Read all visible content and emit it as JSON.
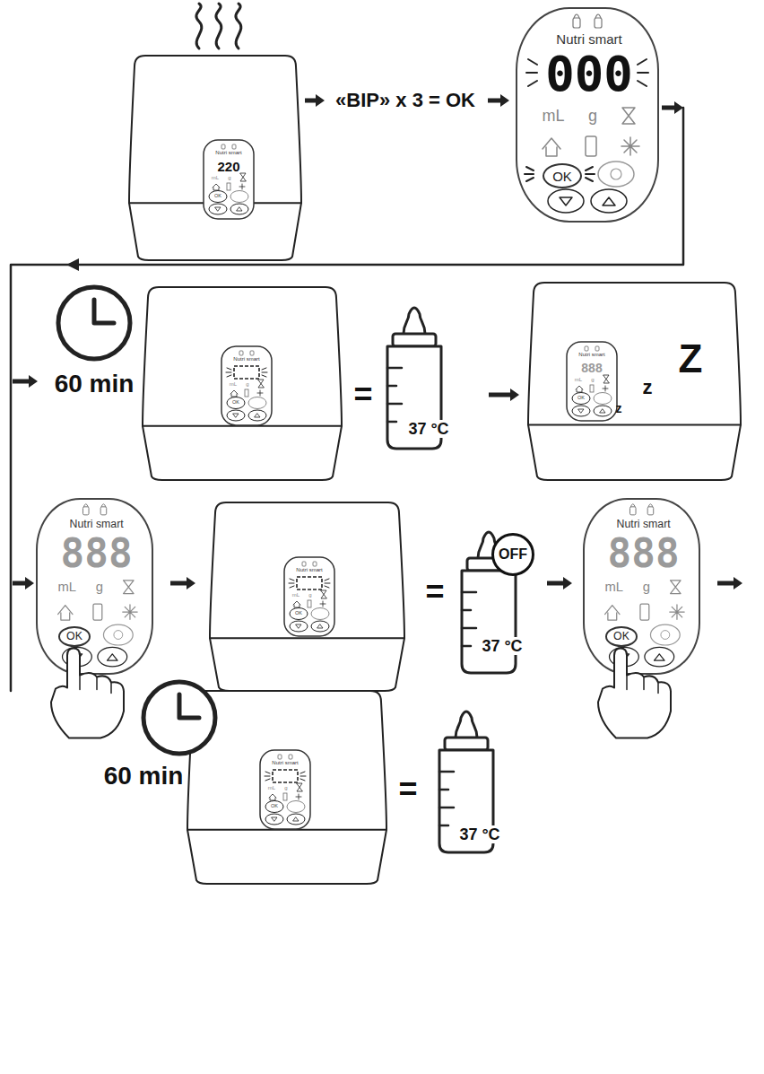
{
  "diagram": {
    "nodes": [
      {
        "text": [
          "Nutri smart",
          "000",
          "mL",
          "g"
        ]
      },
      {
        "text": [
          "OK"
        ],
        "in": 0
      },
      {
        "text": [
          "Nutri smart",
          "888",
          "mL",
          "g"
        ]
      },
      {
        "text": [
          "OK"
        ],
        "in": 2
      },
      {
        "text": [
          "OFF"
        ]
      },
      {
        "text": [
          "Nutri smart",
          "888",
          "mL",
          "g"
        ]
      },
      {
        "text": [
          "OK"
        ],
        "in": 5
      }
    ],
    "labels": [
      "«BIP» x 3 = OK",
      "220",
      "60 min",
      "=",
      "37 °C",
      "888",
      "z",
      "z",
      "Z",
      "=",
      "37 °C",
      "60 min",
      "=",
      "37 °C",
      "Nutri smart",
      "mL",
      "g",
      "OK",
      "Nutri smart",
      "mL",
      "g",
      "OK",
      "Nutri smart",
      "mL",
      "g",
      "OK",
      "Nutri smart",
      "mL",
      "g",
      "OK",
      "Nutri smart",
      "mL",
      "g",
      "OK"
    ]
  }
}
